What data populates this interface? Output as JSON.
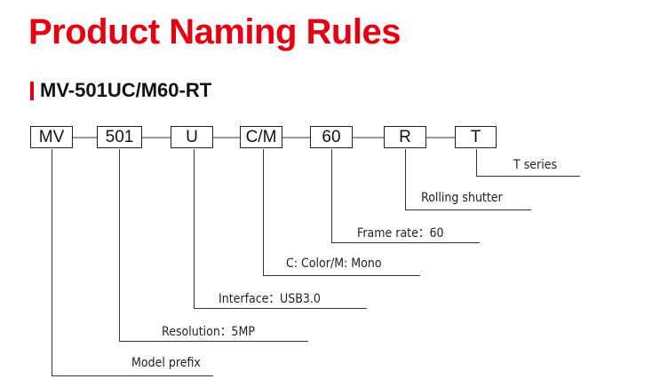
{
  "title": "Product Naming Rules",
  "subtitle": "MV-501UC/M60-RT",
  "accent_color": "#e60012",
  "segments": [
    {
      "code": "MV",
      "label": "Model prefix"
    },
    {
      "code": "501",
      "label": "Resolution：5MP"
    },
    {
      "code": "U",
      "label": "Interface：USB3.0"
    },
    {
      "code": "C/M",
      "label": "C: Color/M: Mono"
    },
    {
      "code": "60",
      "label": "Frame rate：60"
    },
    {
      "code": "R",
      "label": "Rolling shutter"
    },
    {
      "code": "T",
      "label": "T series"
    }
  ]
}
